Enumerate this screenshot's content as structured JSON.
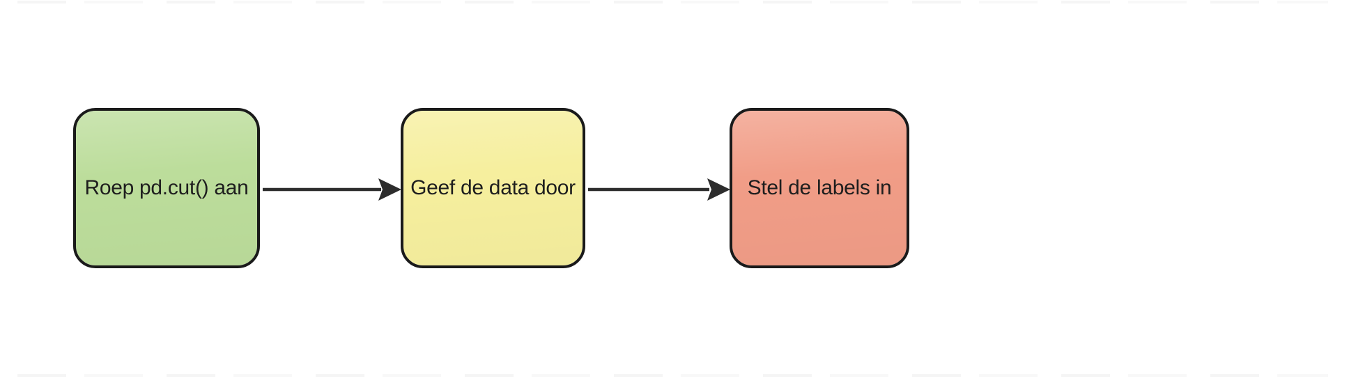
{
  "page": {
    "background": "#ffffff"
  },
  "diagram": {
    "type": "flowchart",
    "direction": "left-to-right",
    "node_border_color": "#1a1a1a",
    "arrow_color": "#2d2d2d",
    "text_color": "#1e1e1e",
    "nodes": [
      {
        "id": "step-1",
        "label": "Roep pd.cut() aan",
        "fill": "#bcdd9b"
      },
      {
        "id": "step-2",
        "label": "Geef de data door",
        "fill": "#f6ef9e"
      },
      {
        "id": "step-3",
        "label": "Stel de labels in",
        "fill": "#f19d87"
      }
    ],
    "edges": [
      {
        "from": "step-1",
        "to": "step-2"
      },
      {
        "from": "step-2",
        "to": "step-3"
      }
    ]
  }
}
